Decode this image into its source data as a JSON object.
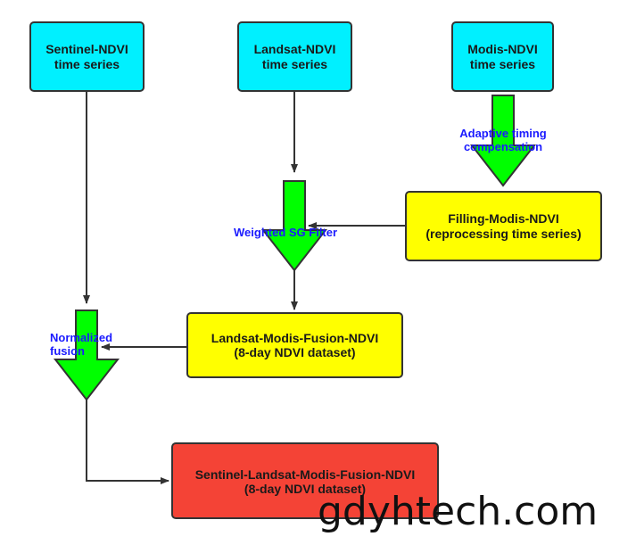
{
  "nodes": {
    "sentinel": {
      "line1": "Sentinel-NDVI",
      "line2": "time series",
      "color": "#00f0ff"
    },
    "landsat": {
      "line1": "Landsat-NDVI",
      "line2": "time series",
      "color": "#00f0ff"
    },
    "modis": {
      "line1": "Modis-NDVI",
      "line2": "time series",
      "color": "#00f0ff"
    },
    "filling_modis": {
      "line1": "Filling-Modis-NDVI",
      "line2": "(reprocessing time series)",
      "color": "#ffff00"
    },
    "landsat_modis_fusion": {
      "line1": "Landsat-Modis-Fusion-NDVI",
      "line2": "(8-day NDVI dataset)",
      "color": "#ffff00"
    },
    "sentinel_landsat_modis_fusion": {
      "line1": "Sentinel-Landsat-Modis-Fusion-NDVI",
      "line2": "(8-day NDVI dataset)",
      "color": "#f44336"
    }
  },
  "processes": {
    "adaptive": {
      "line1": "Adaptive timing",
      "line2": "compensation"
    },
    "weighted_sg": {
      "line1": "Weighted SG Filter"
    },
    "normalized": {
      "line1": "Normalized",
      "line2": "fusion"
    }
  },
  "colors": {
    "process_arrow": "#00ff00",
    "process_label": "#1a1aff",
    "connector": "#333333"
  },
  "watermark": "gdyhtech.com"
}
